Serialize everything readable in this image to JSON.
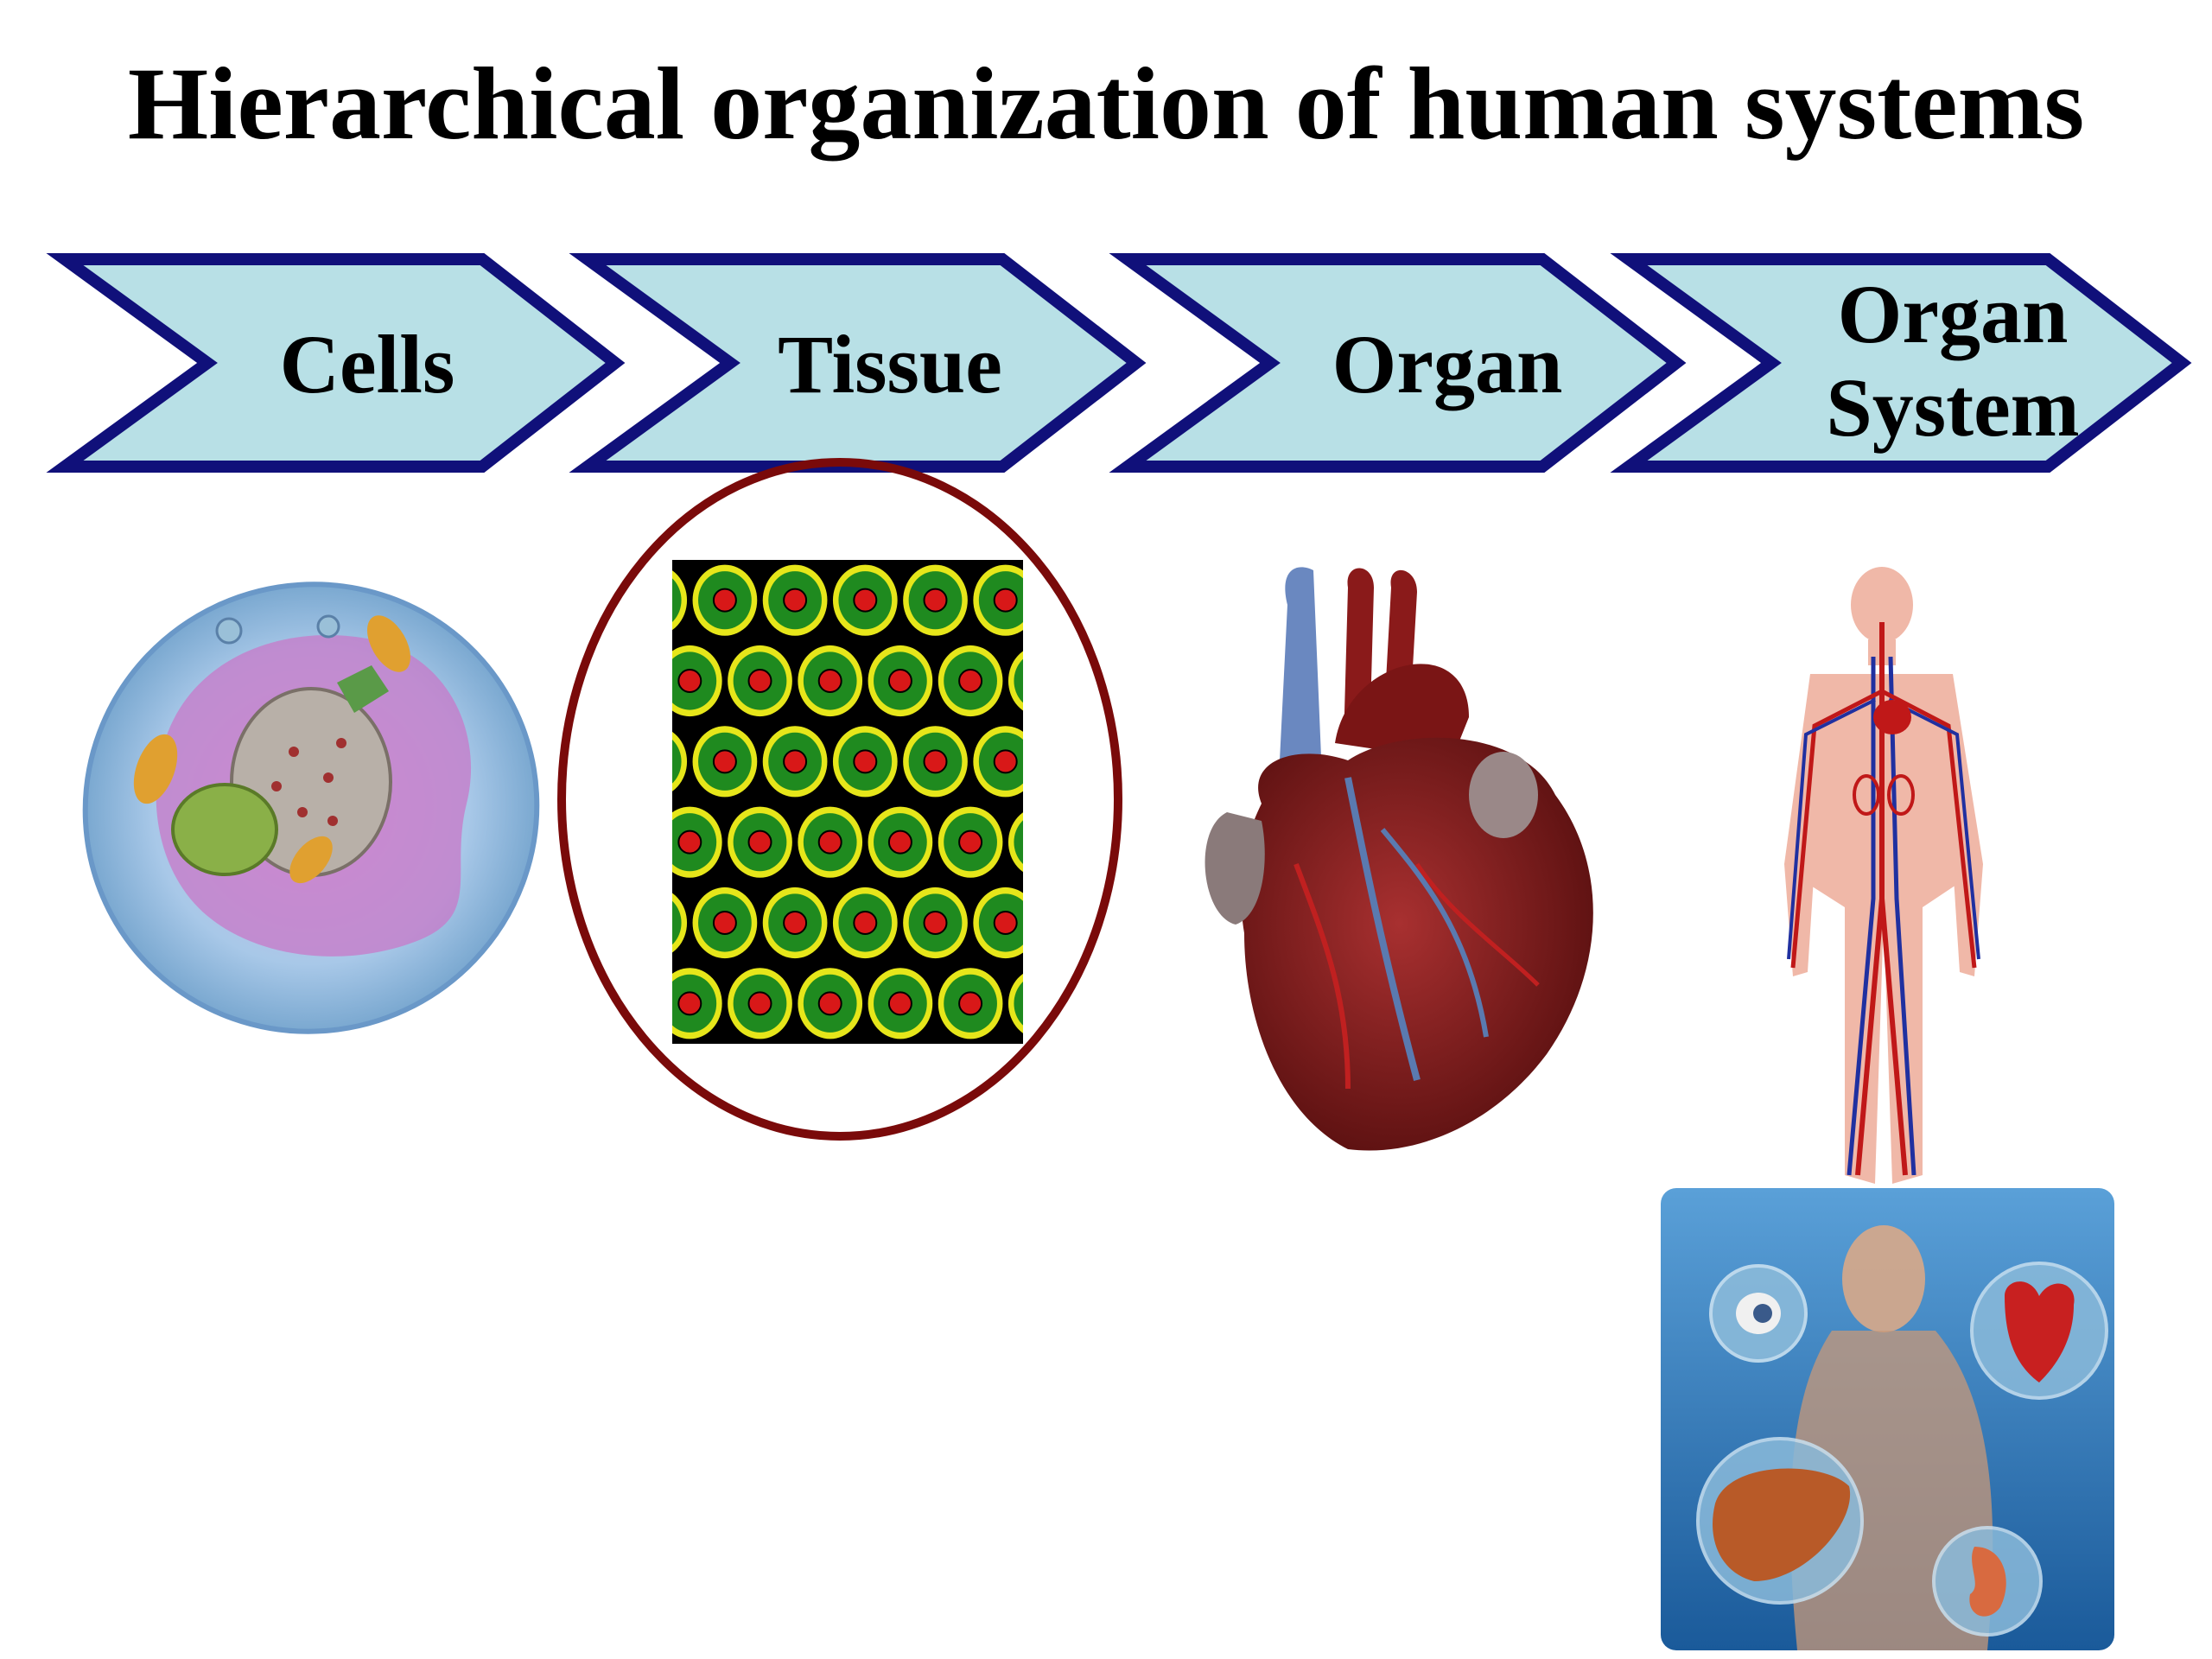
{
  "title": "Hierarchical organization of human systems",
  "steps": [
    {
      "label": "Cells"
    },
    {
      "label": "Tissue"
    },
    {
      "label": "Organ"
    },
    {
      "label_line1": "Organ",
      "label_line2": "System"
    }
  ],
  "colors": {
    "arrow_fill": "#b8e0e6",
    "arrow_stroke": "#10107a",
    "highlight_ring": "#7a0a0a",
    "tissue_green": "#1f8a1f",
    "tissue_yellow": "#e6e61a",
    "tissue_nucleus": "#d81818",
    "heart_red": "#7a1a1a",
    "vessel_blue": "#5a7ab0"
  },
  "icons": [
    "cell-illustration",
    "tissue-illustration",
    "heart-illustration",
    "circulatory-system-illustration",
    "human-organs-illustration"
  ],
  "highlighted_step": "Tissue"
}
